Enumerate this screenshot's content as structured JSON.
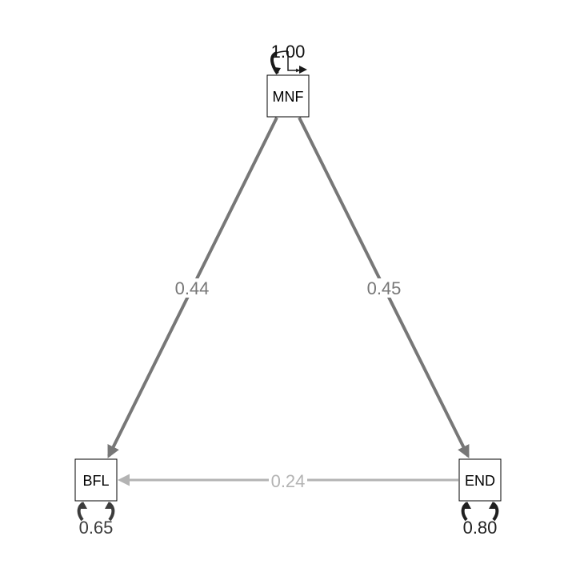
{
  "nodes": {
    "mnf": {
      "label": "MNF",
      "variance": "1.00"
    },
    "bfl": {
      "label": "BFL",
      "variance": "0.65"
    },
    "end": {
      "label": "END",
      "variance": "0.80"
    }
  },
  "edges": {
    "mnf_to_bfl": {
      "from": "MNF",
      "to": "BFL",
      "weight": "0.44",
      "color": "#777777"
    },
    "mnf_to_end": {
      "from": "MNF",
      "to": "END",
      "weight": "0.45",
      "color": "#777777"
    },
    "end_to_bfl": {
      "from": "END",
      "to": "BFL",
      "weight": "0.24",
      "color": "#b3b3b3"
    }
  },
  "colors": {
    "strong_edge": "#777777",
    "weak_edge": "#b3b3b3",
    "variance_loop": "#3c3c3c",
    "top_variance_loop": "#1a1a1a"
  }
}
